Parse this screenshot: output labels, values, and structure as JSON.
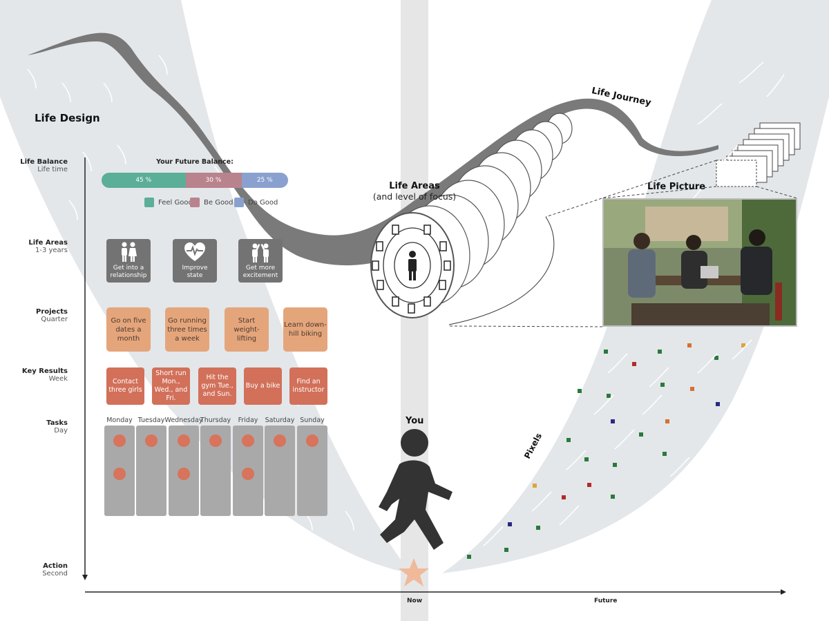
{
  "headings": {
    "life_design": "Life Design",
    "life_journey": "Life Journey",
    "life_areas_title": "Life Areas",
    "life_areas_sub": "(and level of focus)",
    "life_picture": "Life Picture",
    "you": "You",
    "pixels": "Pixels"
  },
  "levels": [
    {
      "title": "Life Balance",
      "sub": "Life time"
    },
    {
      "title": "Life Areas",
      "sub": "1-3 years"
    },
    {
      "title": "Projects",
      "sub": "Quarter"
    },
    {
      "title": "Key Results",
      "sub": "Week"
    },
    {
      "title": "Tasks",
      "sub": "Day"
    },
    {
      "title": "Action",
      "sub": "Second"
    }
  ],
  "balance": {
    "title": "Your Future Balance:",
    "segments": [
      {
        "label": "45 %",
        "fraction": 0.45,
        "color": "#5bae97"
      },
      {
        "label": "30 %",
        "fraction": 0.3,
        "color": "#b9838e"
      },
      {
        "label": "25 %",
        "fraction": 0.25,
        "color": "#8aa1cf"
      }
    ],
    "legend": [
      {
        "label": "Feel Good",
        "color": "#5bae97"
      },
      {
        "label": "Be Good",
        "color": "#b9838e"
      },
      {
        "label": "Do Good",
        "color": "#8aa1cf"
      }
    ]
  },
  "life_areas": [
    {
      "label": "Get into a relationship",
      "icon": "couple-icon"
    },
    {
      "label": "Improve state",
      "icon": "heart-rate-icon"
    },
    {
      "label": "Get more excitement",
      "icon": "high-five-icon"
    }
  ],
  "projects": [
    "Go on five dates a month",
    "Go running three times a week",
    "Start weight-lifting",
    "Learn down-hill biking"
  ],
  "key_results": [
    "Contact three girls",
    "Short run Mon., Wed., and Fri.",
    "Hit the gym Tue., and Sun.",
    "Buy a bike",
    "Find an instructor"
  ],
  "days": [
    "Monday",
    "Tuesday",
    "Wednesday",
    "Thursday",
    "Friday",
    "Saturday",
    "Sunday"
  ],
  "tasks_per_day": [
    2,
    1,
    2,
    1,
    2,
    1,
    1
  ],
  "axis": {
    "now": "Now",
    "future": "Future"
  }
}
